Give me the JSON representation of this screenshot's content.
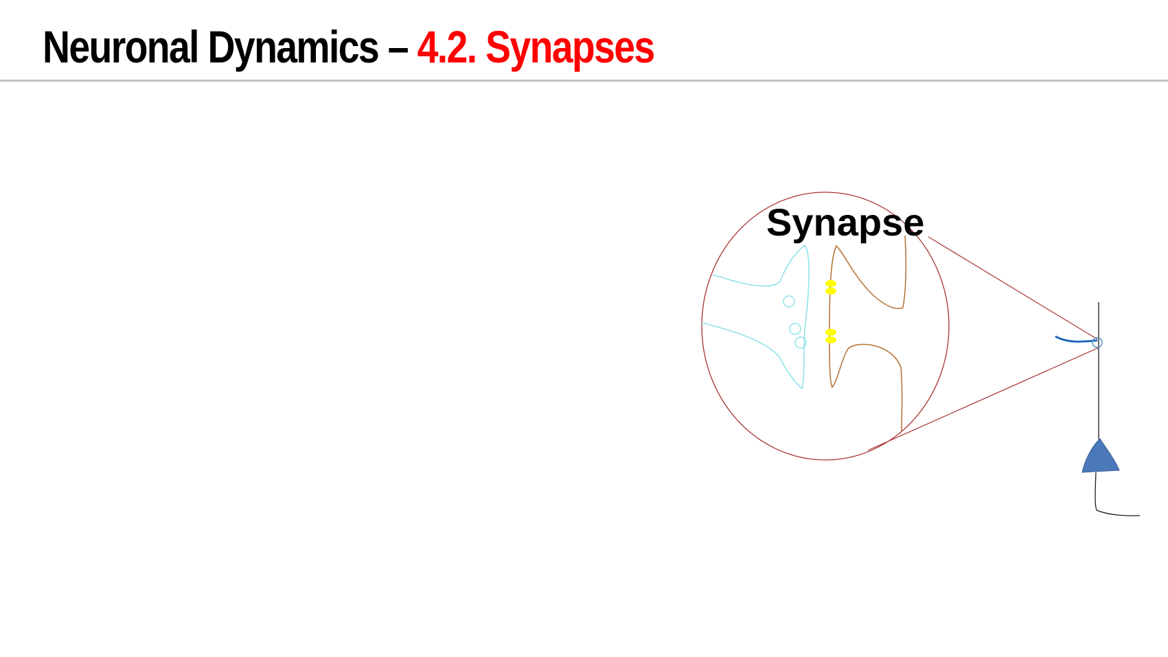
{
  "slide": {
    "title_main": "Neuronal Dynamics – ",
    "title_section": "4.2. Synapses"
  },
  "diagram": {
    "synapse_label": "Synapse"
  },
  "colors": {
    "title_text": "#000000",
    "title_accent": "#ff0000",
    "magnifier": "#a83232",
    "presynaptic": "#8fe3ea",
    "postsynaptic": "#b8773d",
    "receptor": "#ffff00",
    "axon": "#1f3fb4",
    "soma": "#4a78b8",
    "dendrite": "#1a1a1a"
  }
}
